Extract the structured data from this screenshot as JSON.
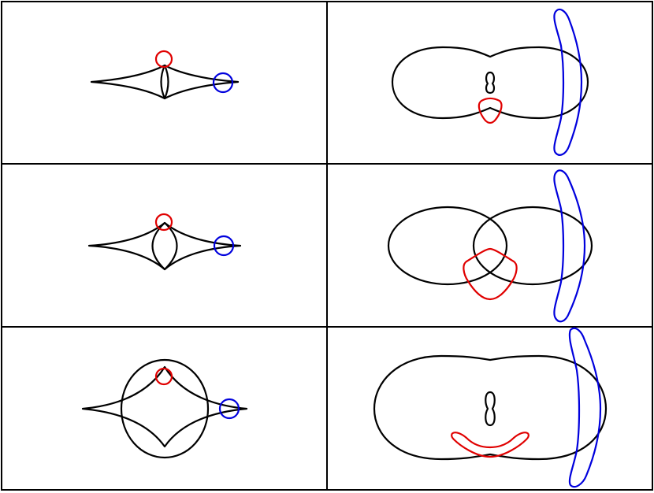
{
  "figure": {
    "rows": 3,
    "columns": 2,
    "colors": {
      "caustic": "#000000",
      "tangential_source": "#e00000",
      "radial_source": "#0000dd",
      "frame": "#000000",
      "background": "#ffffff"
    },
    "panels": [
      {
        "row": 1,
        "column": 1,
        "plane": "source",
        "caustic_shape": "thin-diamond",
        "source_markers": [
          "red-circle",
          "blue-circle"
        ]
      },
      {
        "row": 1,
        "column": 2,
        "plane": "image",
        "critical_curve_shape": "peanut",
        "image_curves": [
          "red-arc",
          "blue-arc",
          "small-figure-eight"
        ]
      },
      {
        "row": 2,
        "column": 1,
        "plane": "source",
        "caustic_shape": "diamond-with-lens",
        "source_markers": [
          "red-circle",
          "blue-circle"
        ]
      },
      {
        "row": 2,
        "column": 2,
        "plane": "image",
        "critical_curve_shape": "overlapping-ovals",
        "image_curves": [
          "red-arc",
          "blue-arc"
        ]
      },
      {
        "row": 3,
        "column": 1,
        "plane": "source",
        "caustic_shape": "astroid-in-oval",
        "source_markers": [
          "red-circle",
          "blue-circle"
        ]
      },
      {
        "row": 3,
        "column": 2,
        "plane": "image",
        "critical_curve_shape": "wide-peanut",
        "image_curves": [
          "red-arc",
          "blue-arc",
          "small-figure-eight"
        ]
      }
    ]
  }
}
